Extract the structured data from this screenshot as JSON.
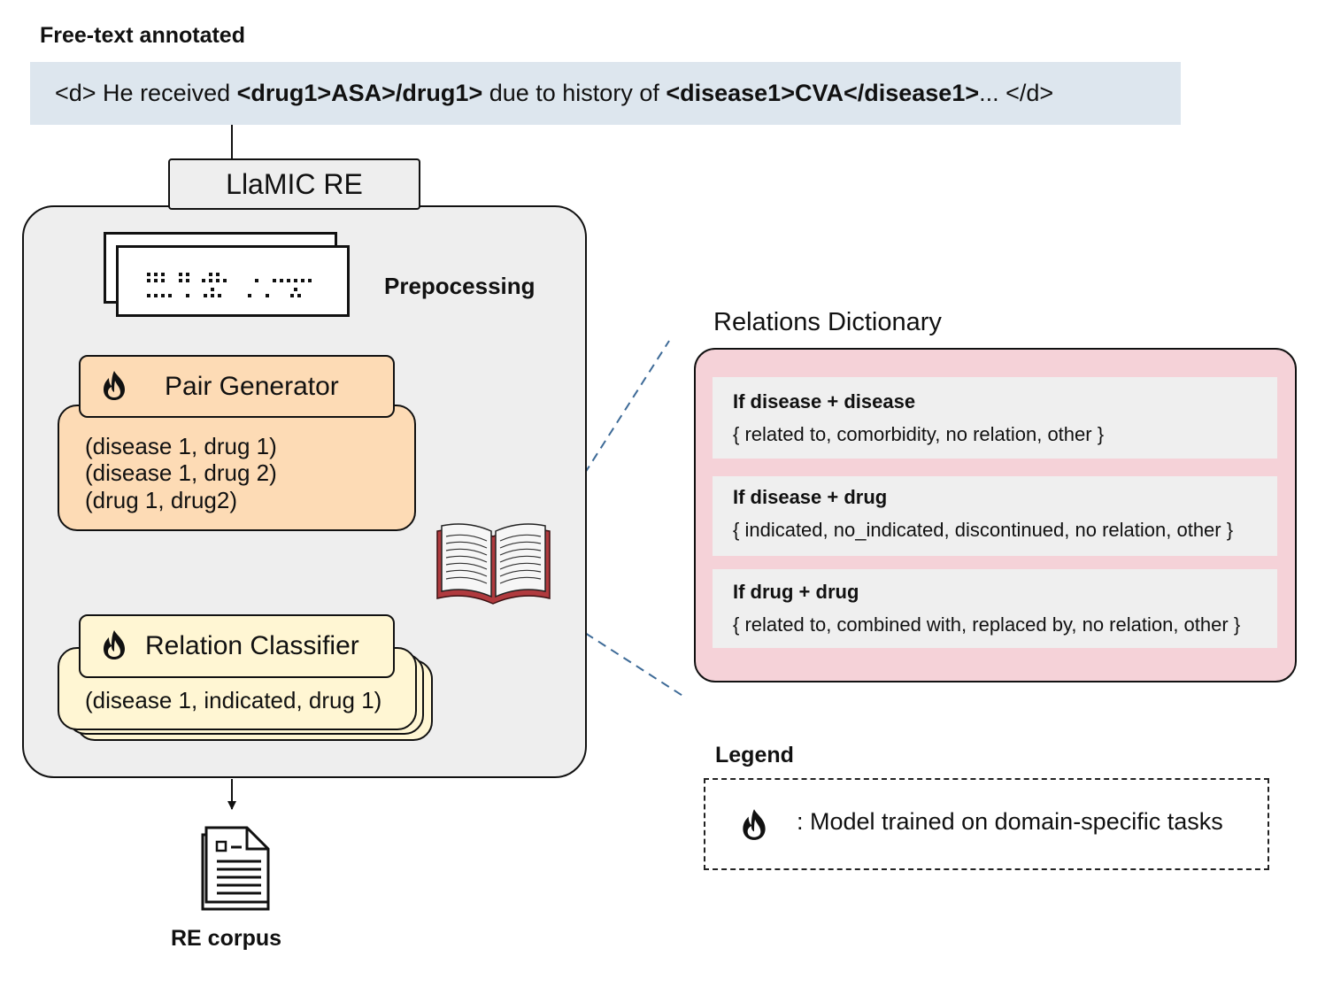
{
  "input": {
    "title": "Free-text annotated",
    "segments": {
      "s1": "<d> He received ",
      "s2": "<drug1>ASA>/drug1>",
      "s3": " due to history of ",
      "s4": "<disease1>CVA</disease1>",
      "s5": "... </d>"
    }
  },
  "system": {
    "title": "LlaMIC RE",
    "preprocessing_label": "Prepocessing",
    "pair_generator": {
      "title": "Pair Generator",
      "pairs": [
        "(disease 1, drug 1)",
        "(disease 1, drug 2)",
        "(drug 1, drug2)"
      ]
    },
    "relation_classifier": {
      "title": "Relation Classifier",
      "result": "(disease 1, indicated, drug 1)"
    }
  },
  "output": {
    "label": "RE corpus"
  },
  "dictionary": {
    "title": "Relations Dictionary",
    "entries": [
      {
        "condition": "If disease + disease",
        "relations": "{ related to, comorbidity, no relation, other }"
      },
      {
        "condition": "If disease + drug",
        "relations": "{ indicated, no_indicated, discontinued, no relation, other }"
      },
      {
        "condition": "If drug + drug",
        "relations": "{ related to, combined with, replaced by, no relation, other }"
      }
    ]
  },
  "legend": {
    "title": "Legend",
    "text": ": Model trained on domain-specific tasks",
    "icon": "flame-icon"
  },
  "colors": {
    "input_bg": "#dde6ee",
    "system_bg": "#eeeeee",
    "pair_generator": "#fddbb5",
    "relation_classifier": "#fff6d3",
    "dictionary_bg": "#f5d2d8",
    "dictionary_row": "#efefef",
    "dashed_line": "#3d6a97",
    "book_cover": "#b03a3e"
  }
}
